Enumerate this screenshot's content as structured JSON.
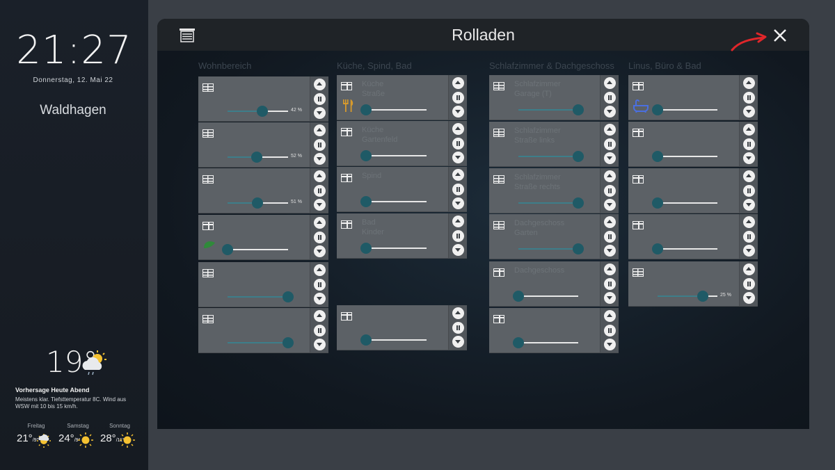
{
  "sidebar": {
    "time": "21:27",
    "date": "Donnerstag, 12. Mai 22",
    "location": "Waldhagen",
    "weather": {
      "current_temp": "19°",
      "current_icon": "cloud-sun-rain-icon",
      "forecast_title": "Vorhersage Heute Abend",
      "forecast_text": "Meistens klar. Tiefsttemperatur 8C. Wind aus WSW mit 10 bis 15 km/h.",
      "days": [
        {
          "name": "Freitag",
          "high": "21°",
          "low": "9°",
          "icon": "cloud-sun-icon"
        },
        {
          "name": "Samstag",
          "high": "24°",
          "low": "9°",
          "icon": "sun-icon"
        },
        {
          "name": "Sonntag",
          "high": "28°",
          "low": "11°",
          "icon": "sun-icon"
        }
      ]
    }
  },
  "panel": {
    "title": "Rolladen",
    "header_icon": "shutter-icon",
    "close_icon": "close-icon",
    "annotation_color": "#e0262a",
    "groups": [
      {
        "label": "Wohnbereich",
        "cards": [
          {
            "name": "",
            "window": "grid",
            "percent": 42,
            "percent_label": "42 %"
          },
          {
            "name": "",
            "window": "grid",
            "percent": 52,
            "percent_label": "52 %"
          },
          {
            "name": "",
            "window": "grid",
            "percent": 51,
            "percent_label": "51 %"
          },
          {
            "name": "",
            "window": "split",
            "percent": 100,
            "percent_label": "",
            "deco": "plant-icon"
          },
          {
            "name": "",
            "window": "grid",
            "percent": 0,
            "percent_label": ""
          },
          {
            "name": "",
            "window": "grid",
            "percent": 0,
            "percent_label": ""
          }
        ]
      },
      {
        "label": "Küche, Spind, Bad",
        "cards": [
          {
            "name": "Küche Straße",
            "window": "split",
            "percent": 100,
            "percent_label": "",
            "deco": "cutlery-icon"
          },
          {
            "name": "Küche Gartenfeld",
            "window": "split",
            "percent": 100,
            "percent_label": ""
          },
          {
            "name": "Spind",
            "window": "split",
            "percent": 100,
            "percent_label": ""
          },
          {
            "name": "Bad Kinder",
            "window": "split",
            "percent": 100,
            "percent_label": ""
          },
          {
            "name": "",
            "window": "split",
            "percent": 100,
            "percent_label": ""
          }
        ]
      },
      {
        "label": "Schlafzimmer & Dachgeschoss",
        "cards": [
          {
            "name": "Schlafzimmer Garage (T)",
            "window": "grid",
            "percent": 0,
            "percent_label": ""
          },
          {
            "name": "Schlafzimmer Straße links",
            "window": "grid",
            "percent": 0,
            "percent_label": ""
          },
          {
            "name": "Schlafzimmer Straße rechts",
            "window": "grid",
            "percent": 0,
            "percent_label": ""
          },
          {
            "name": "Dachgeschoss Garten",
            "window": "grid",
            "percent": 0,
            "percent_label": ""
          },
          {
            "name": "Dachgeschoss",
            "window": "split",
            "percent": 100,
            "percent_label": ""
          },
          {
            "name": "",
            "window": "split",
            "percent": 100,
            "percent_label": ""
          }
        ]
      },
      {
        "label": "Linus, Büro & Bad",
        "cards": [
          {
            "name": "",
            "window": "split",
            "percent": 100,
            "percent_label": "",
            "deco": "bathtub-icon"
          },
          {
            "name": "",
            "window": "split",
            "percent": 100,
            "percent_label": ""
          },
          {
            "name": "",
            "window": "split",
            "percent": 100,
            "percent_label": ""
          },
          {
            "name": "",
            "window": "split",
            "percent": 100,
            "percent_label": ""
          },
          {
            "name": "",
            "window": "grid",
            "percent": 25,
            "percent_label": "25 %"
          }
        ]
      }
    ]
  }
}
